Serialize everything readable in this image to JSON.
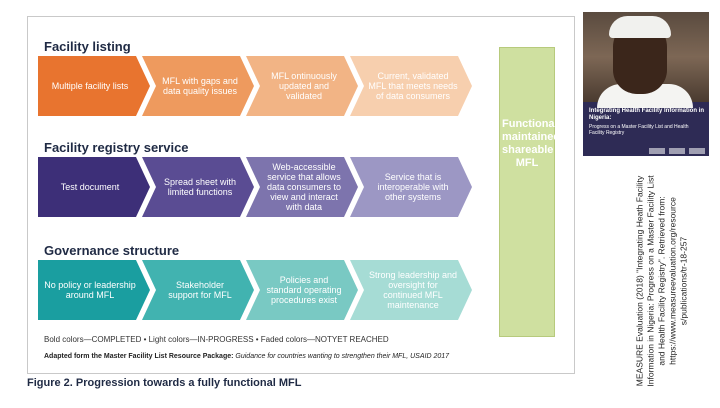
{
  "sections": [
    {
      "title": "Facility listing",
      "colors": [
        "#e8742f",
        "#ee9a5e",
        "#f2b485",
        "#f7cfae"
      ],
      "steps": [
        "Multiple facility lists",
        "MFL with gaps and data quality issues",
        "MFL ontinuously updated and validated",
        "Current, validated MFL that meets needs of data consumers"
      ]
    },
    {
      "title": "Facility registry service",
      "colors": [
        "#3d2f78",
        "#5a4c93",
        "#7d74ad",
        "#9c97c4"
      ],
      "steps": [
        "Test document",
        "Spread sheet with limited functions",
        "Web-accessible service that allows data consumers to view and interact with data",
        "Service that is interoperable with other systems"
      ]
    },
    {
      "title": "Governance structure",
      "colors": [
        "#1a9ea0",
        "#41b3b0",
        "#79c9c3",
        "#a6dcd5"
      ],
      "steps": [
        "No policy or leadership around MFL",
        "Stakeholder support for MFL",
        "Policies and standard operating procedures exist",
        "Strong leadership and oversight for continued MFL maintenance"
      ]
    }
  ],
  "final_box": {
    "text": "Functional, maintained, shareable MFL",
    "color": "#cfe0a0"
  },
  "legend": "Bold colors—COMPLETED • Light colors—IN-PROGRESS • Faded colors—NOTYET REACHED",
  "source": {
    "lead": "Adapted form the Master Facility List Resource Package:",
    "italic": "Guidance for countries wanting to strengthen their MFL, USAID 2017"
  },
  "caption": "Figure 2. Progression towards a fully functional MFL",
  "cover": {
    "title": "Integrating Health Facility Information in Nigeria:",
    "subtitle": "Progress on a Master Facility List and Health Facility Registry"
  },
  "citation": "MEASURE Evaluation (2018) \"Integrating Heath Facility Information in Nigeria: Progress on a Master Facility List and Health Facility Registry\". Retrieved from: https://www.measureevaluation.org/resource s/publications/tr-18-257"
}
